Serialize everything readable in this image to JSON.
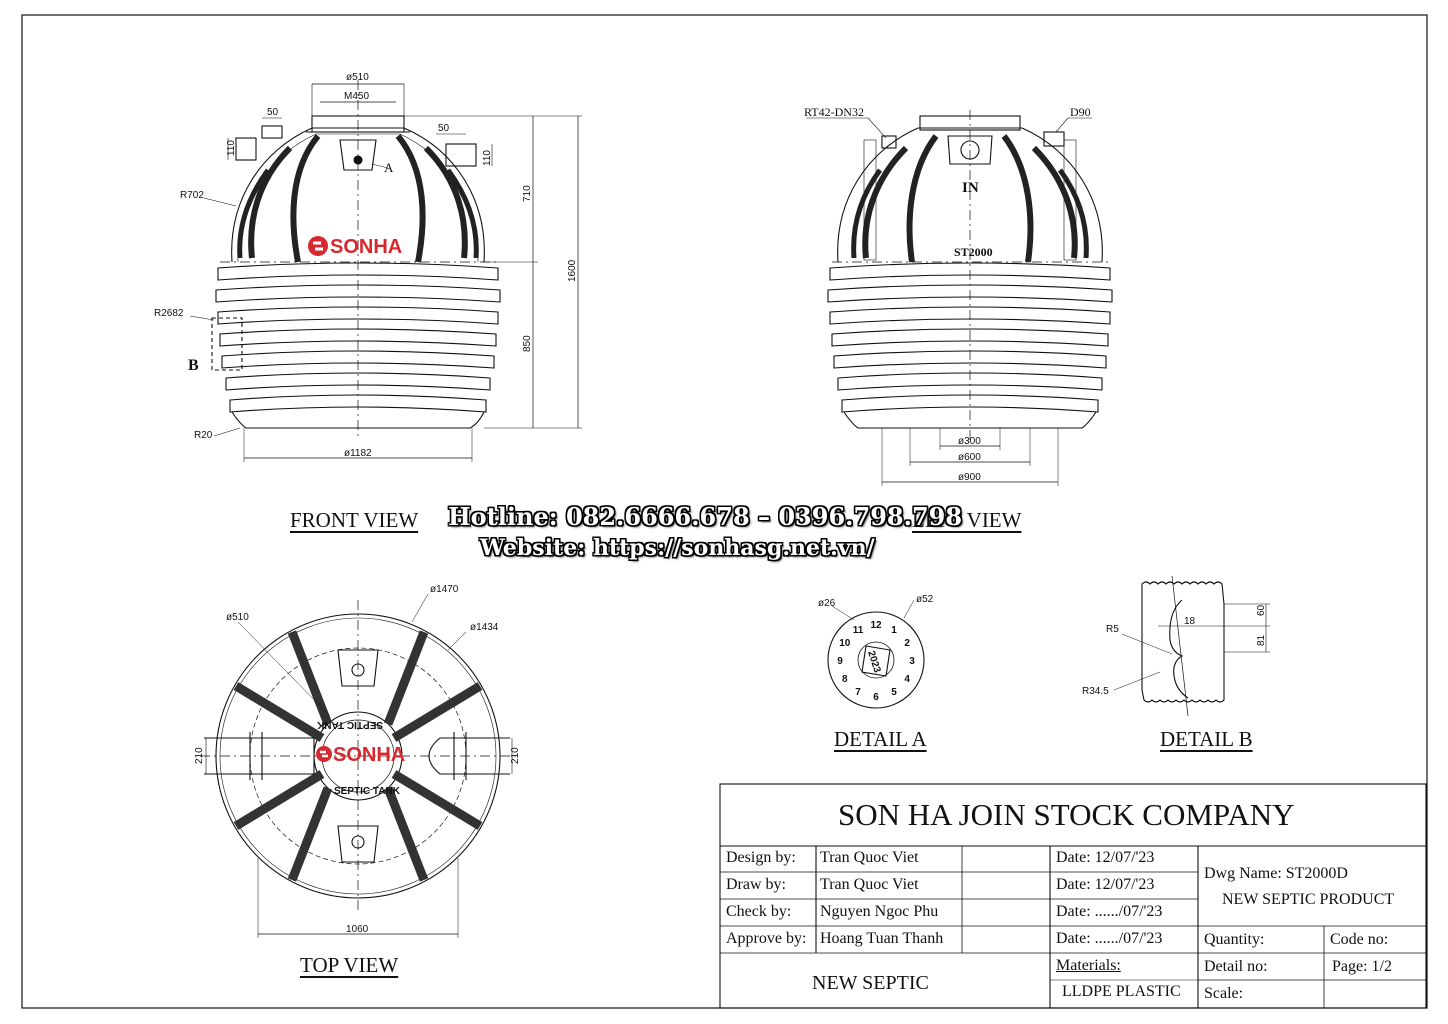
{
  "views": {
    "front": "FRONT VIEW",
    "left": "LEFT VIEW",
    "top": "TOP VIEW",
    "detail_a": "DETAIL A",
    "detail_b": "DETAIL B"
  },
  "banner": {
    "hotline": "Hotline: 082.6666.678 – 0396.798.798",
    "website": "Website: https://sonhasg.net.vn/"
  },
  "brand_logo": "SONHA",
  "front_dims": {
    "d510": "ø510",
    "m450": "M450",
    "w50a": "50",
    "w50b": "50",
    "h110a": "110",
    "h110b": "110",
    "r702": "R702",
    "h710": "710",
    "h1600": "1600",
    "r2682": "R2682",
    "b": "B",
    "h850": "850",
    "r20": "R20",
    "d1182": "ø1182",
    "a": "A"
  },
  "left_dims": {
    "rt42": "RT42-DN32",
    "d90": "D90",
    "in": "IN",
    "model": "ST2000",
    "d300": "ø300",
    "d600": "ø600",
    "d900": "ø900"
  },
  "top_dims": {
    "d510": "ø510",
    "d1470": "ø1470",
    "d1434": "ø1434",
    "h210a": "210",
    "h210b": "210",
    "w1060": "1060",
    "septic_tank_a": "SEPTIC TANK",
    "septic_tank_b": "SEPTIC TANK"
  },
  "detail_a_dims": {
    "d26": "ø26",
    "d52": "ø52",
    "center": "2023",
    "clock": [
      "12",
      "1",
      "2",
      "3",
      "4",
      "5",
      "6",
      "7",
      "8",
      "9",
      "10",
      "11"
    ]
  },
  "detail_b_dims": {
    "r5": "R5",
    "w18": "18",
    "h60": "60",
    "h81": "81",
    "r345": "R34.5"
  },
  "title_block": {
    "company": "SON HA JOIN STOCK COMPANY",
    "design_by_label": "Design by:",
    "design_by": "Tran Quoc Viet",
    "draw_by_label": "Draw by:",
    "draw_by": "Tran Quoc Viet",
    "check_by_label": "Check by:",
    "check_by": "Nguyen Ngoc Phu",
    "approve_by_label": "Approve by:",
    "approve_by": "Hoang Tuan Thanh",
    "date1": "Date:   12/07/'23",
    "date2": "Date:   12/07/'23",
    "date3": "Date: ....../07/'23",
    "date4": "Date: ....../07/'23",
    "dwg_name": "Dwg Name: ST2000D",
    "product": "NEW SEPTIC PRODUCT",
    "project": "NEW SEPTIC",
    "materials_label": "Materials:",
    "materials": "LLDPE PLASTIC",
    "quantity": "Quantity:",
    "code_no": "Code no:",
    "detail_no": "Detail no:",
    "page": "Page: 1/2",
    "scale": "Scale:"
  },
  "colors": {
    "brand_red": "#d8282f",
    "line": "#111111"
  }
}
